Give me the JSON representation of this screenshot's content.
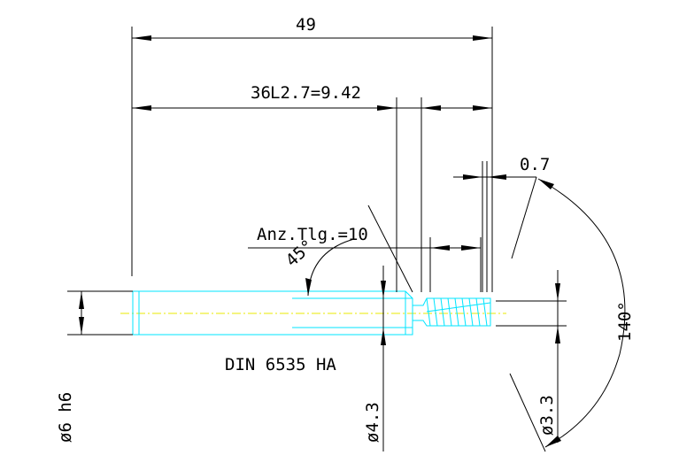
{
  "drawing": {
    "dims": {
      "overall_length": "49",
      "shank_length": "36",
      "thread_length": "L2.7=9.42",
      "chamfer_angle": "45°",
      "chamfer_length": "Anz.Tlg.=10",
      "tip_offset": "0.7",
      "point_angle": "140°",
      "shank_dia": "ø6 h6",
      "neck_dia": "ø4.3",
      "tip_dia": "ø3.3"
    },
    "standard_label": "DIN 6535 HA",
    "colors": {
      "part": "#00e5ff",
      "centerline": "#e8e800",
      "dimension": "#000000",
      "background": "#ffffff"
    }
  }
}
